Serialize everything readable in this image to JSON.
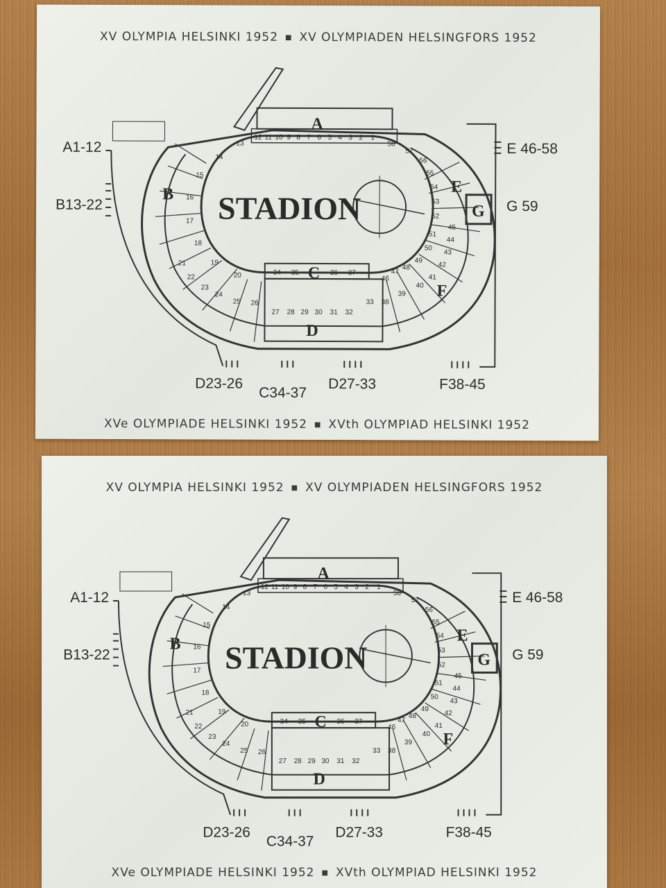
{
  "tickets": [
    {
      "header_top_left": "XV OLYMPIA HELSINKI 1952",
      "header_top_right": "XV OLYMPIADEN HELSINGFORS 1952",
      "header_bottom_left": "XVe OLYMPIADE HELSINKI 1952",
      "header_bottom_right": "XVth OLYMPIAD HELSINKI 1952",
      "separator": "■"
    },
    {
      "header_top_left": "XV OLYMPIA HELSINKI 1952",
      "header_top_right": "XV OLYMPIADEN HELSINGFORS 1952",
      "header_bottom_left": "XVe OLYMPIADE HELSINKI 1952",
      "header_bottom_right": "XVth OLYMPIAD HELSINKI 1952",
      "separator": "■"
    }
  ],
  "plan": {
    "title": "STADION",
    "sections": {
      "a": "A",
      "b": "B",
      "c": "C",
      "d": "D",
      "e": "E",
      "f": "F",
      "g": "G"
    },
    "gates": {
      "a": "A1-12",
      "b": "B13-22",
      "e": "E 46-58",
      "g": "G 59",
      "d1": "D23-26",
      "c": "C34-37",
      "d2": "D27-33",
      "f": "F38-45"
    },
    "numbers_a": [
      "12",
      "11",
      "10",
      "9",
      "8",
      "7",
      "6",
      "5",
      "4",
      "3",
      "2",
      "1"
    ],
    "numbers_left": [
      "13",
      "14",
      "15",
      "16",
      "17",
      "18",
      "19",
      "20",
      "21",
      "22",
      "23",
      "24",
      "25",
      "26"
    ],
    "numbers_bottom": [
      "27",
      "28",
      "29",
      "30",
      "31",
      "32",
      "33"
    ],
    "numbers_c": [
      "34",
      "35",
      "36",
      "37"
    ],
    "numbers_right": [
      "38",
      "39",
      "40",
      "41",
      "42",
      "43",
      "44",
      "45",
      "46",
      "47",
      "48",
      "49",
      "50",
      "51",
      "52",
      "53",
      "54",
      "55",
      "56",
      "57",
      "58"
    ]
  }
}
